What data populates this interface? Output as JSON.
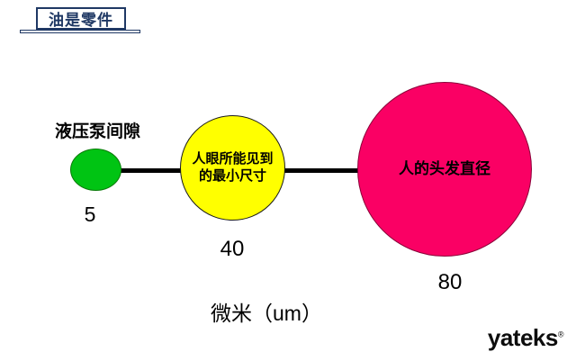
{
  "slide": {
    "title": "油是零件",
    "unit_label": "微米（um）",
    "logo": {
      "text": "yateks",
      "mark": "®"
    }
  },
  "circles": [
    {
      "id": "hydraulic-pump-clearance",
      "label": "液压泵间隙",
      "value": "5",
      "color": "#00c413"
    },
    {
      "id": "smallest-size-visible-to-eye",
      "label_line1": "人眼所能见到",
      "label_line2": "的最小尺寸",
      "value": "40",
      "color": "#ffff00"
    },
    {
      "id": "human-hair-diameter",
      "label": "人的头发直径",
      "value": "80",
      "color": "#fa0064"
    }
  ],
  "colors": {
    "title_navy": "#1f3864",
    "connector": "#000000",
    "background": "#ffffff"
  }
}
